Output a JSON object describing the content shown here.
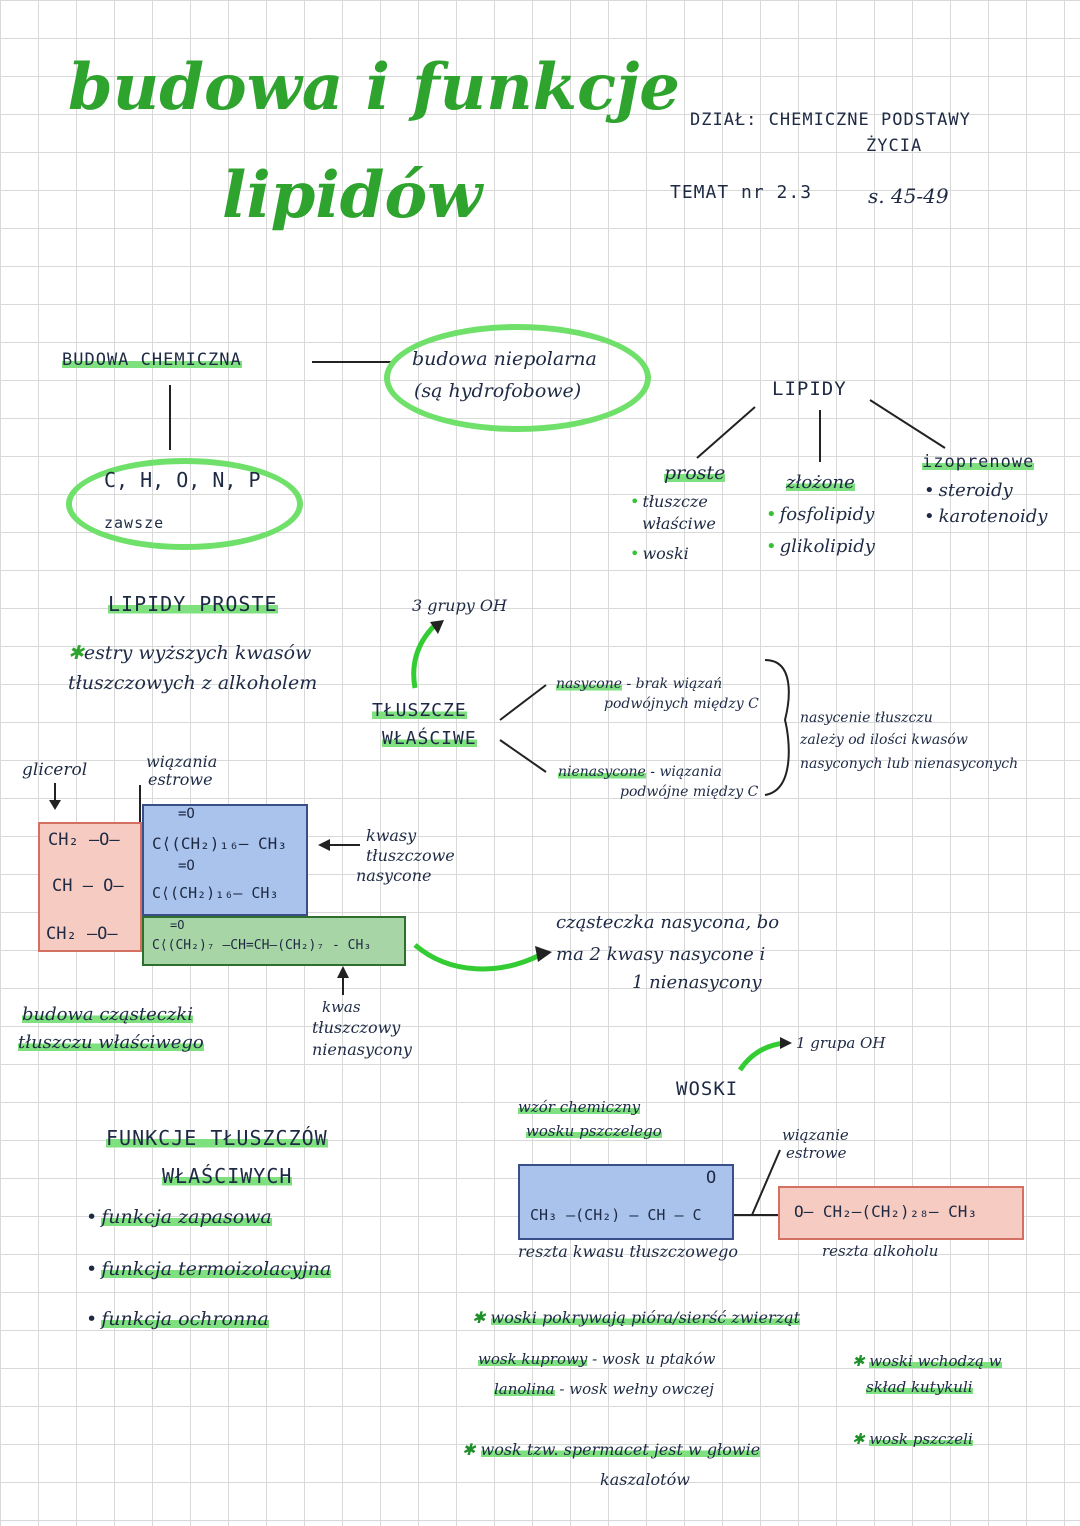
{
  "title": {
    "line1": "budowa i funkcje",
    "line2": "lipidów"
  },
  "header": {
    "dzial": "DZIAŁ: CHEMICZNE PODSTAWY",
    "dzial2": "ŻYCIA",
    "temat": "TEMAT nr 2.3",
    "pages": "s. 45-49"
  },
  "budowa": {
    "label": "BUDOWA CHEMICZNA",
    "niepolarna1": "budowa niepolarna",
    "niepolarna2": "(są hydrofobowe)",
    "elements": "C, H, O, N, P",
    "zawsze": "zawsze"
  },
  "lipidy_tree": {
    "root": "LIPIDY",
    "proste": {
      "label": "proste",
      "i1": "tłuszcze",
      "i1b": "właściwe",
      "i2": "woski"
    },
    "zlozone": {
      "label": "złożone",
      "i1": "fosfolipidy",
      "i2": "glikolipidy"
    },
    "izoprenowe": {
      "label": "izoprenowe",
      "i1": "steroidy",
      "i2": "karotenoidy"
    }
  },
  "lipidy_proste": {
    "heading": "LIPIDY PROSTE",
    "def1": "estry wyższych kwasów",
    "def2": "tłuszczowych z alkoholem"
  },
  "tluszcze": {
    "oh_note": "3 grupy OH",
    "label1": "TŁUSZCZE",
    "label2": "WŁAŚCIWE",
    "nasycone_a": "nasycone",
    "nasycone_b": " - brak wiązań",
    "nasycone_c": "podwójnych między C",
    "nienasycone_a": "nienasycone",
    "nienasycone_b": " - wiązania",
    "nienasycone_c": "podwójne między C",
    "note1": "nasycenie tłuszczu",
    "note2": "zależy od ilości kwasów",
    "note3": "nasyconych lub nienasyconych"
  },
  "molecule": {
    "glicerol": "glicerol",
    "wiazania1": "wiązania",
    "wiazania2": "estrowe",
    "ch2_top": "CH₂ —O—",
    "ch_mid": "CH — O—",
    "ch2_bot": "CH₂ —O—",
    "acid1": "C⟨(CH₂)₁₆— CH₃",
    "acid2": "C⟨(CH₂)₁₆— CH₃",
    "acid3": "C⟨(CH₂)₇ —CH=CH–(CH₂)₇ - CH₃",
    "o_label": "=O",
    "kwasy1": "kwasy",
    "kwasy2": "tłuszczowe",
    "kwasy3": "nasycone",
    "kwas1": "kwas",
    "kwas2": "tłuszczowy",
    "kwas3": "nienasycony",
    "caption1": "budowa cząsteczki",
    "caption2": "tłuszczu właściwego",
    "result1": "cząsteczka nasycona, bo",
    "result2": "ma 2 kwasy nasycone i",
    "result3": "1 nienasycony"
  },
  "funkcje": {
    "heading1": "FUNKCJE TŁUSZCZÓW",
    "heading2": "WŁAŚCIWYCH",
    "items": [
      "funkcja zapasowa",
      "funkcja termoizolacyjna",
      "funkcja ochronna"
    ]
  },
  "woski": {
    "oh_note": "1 grupa OH",
    "label": "WOSKI",
    "wzor1": "wzór chemiczny",
    "wzor2": "wosku pszczelego",
    "formula_left": "CH₃ —(CH₂) — CH — C",
    "carbonyl": "O",
    "formula_right": "O— CH₂—(CH₂)₂₈— CH₃",
    "wiazanie1": "wiązanie",
    "wiazanie2": "estrowe",
    "reszta_kwasu": "reszta kwasu tłuszczowego",
    "reszta_alkoholu": "reszta alkoholu",
    "fact1": "woski pokrywają pióra/sierść zwierząt",
    "fact2a": "wosk kuprowy",
    "fact2b": " - wosk u ptaków",
    "fact3a": "lanolina",
    "fact3b": " - wosk wełny owczej",
    "fact4": "wosk tzw. spermacet jest w głowie",
    "fact4b": "kaszalotów",
    "side1": "woski wchodzą w",
    "side2": "skład kutykuli",
    "side3": "wosk pszczeli"
  },
  "colors": {
    "title_green": "#2ea32e",
    "highlight": "#7ee07e",
    "blue_box": "#a9c3ec",
    "red_box": "#f6cbc2",
    "green_box": "#a8d5a6"
  }
}
